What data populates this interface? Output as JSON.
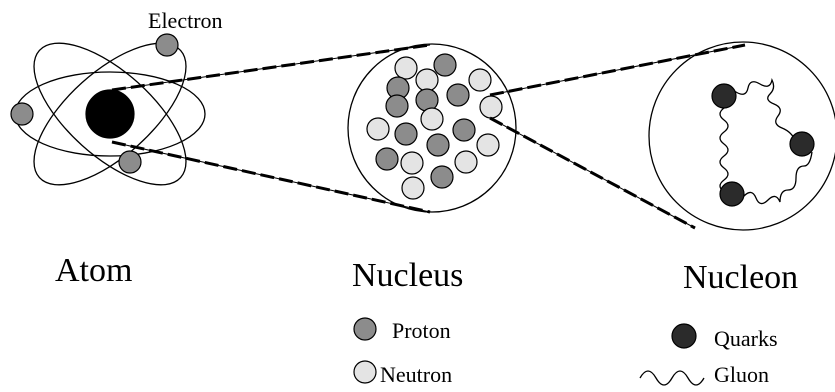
{
  "colors": {
    "proton": "#8c8c8c",
    "neutron": "#e4e4e4",
    "quark": "#2b2b2b",
    "nucleus_core": "#000000",
    "electron": "#8c8c8c"
  },
  "labels": {
    "electron": "Electron",
    "atom": "Atom",
    "nucleus": "Nucleus",
    "nucleon": "Nucleon"
  },
  "legend": {
    "proton": "Proton",
    "neutron": "Neutron",
    "quarks": "Quarks",
    "gluon": "Gluon"
  },
  "counts": {
    "protons": 10,
    "neutrons": 10,
    "quarks": 3,
    "electrons": 3
  }
}
